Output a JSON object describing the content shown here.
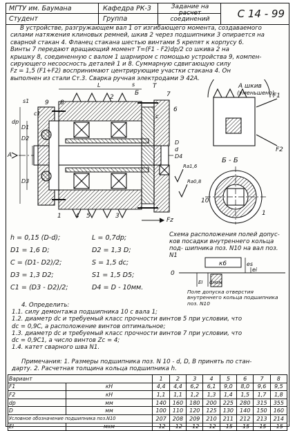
{
  "header": {
    "institution": "МГТУ им. Баумана",
    "department": "Кафедра РК-3",
    "task_title": "Задание на расчет соединений",
    "task_code": "С 14 - 99",
    "student_label": "Студент",
    "group_label": "Группа"
  },
  "problem_text": [
    "В устройстве, разгружающем вал 1 от изгибающего момента, создаваемого",
    "силами натяжения клиновых ремней, шкив 2 через подшипники 3 опирается на",
    "сварной стакан 4. Фланец стакана шестью винтами 5 крепят к корпусу 6.",
    "Винты 7 передают вращающий момент T=(F1 - F2)dp/2 со шкива 2 на",
    "крышку 8, соединенную с валом 1 шарниром с помощью устройства 9, компен-",
    "сирующего несоосность деталей 1 и 8. Суммарную сдвигающую силу",
    "Fz = 1,5 (F1+F2) воспринимают центрирующие участки стакана 4. Он",
    "выполнен из стали Ст.3. Сварка ручная электродами Э 42А."
  ],
  "drawing": {
    "view_a_label": "А шкив",
    "view_a_note": "(уменьшено)",
    "section_label": "Б - Б",
    "label_a": "А",
    "force_f1": "F1",
    "force_f2": "F2",
    "force_fz": "Fz",
    "torque": "T",
    "b_mark": "Б",
    "rough1": "Ra1,6",
    "rough2": "Ra0,8",
    "callouts": [
      "9",
      "8",
      "2",
      "7",
      "6",
      "1",
      "5",
      "4",
      "3",
      "10",
      "1"
    ],
    "dims": [
      "dp",
      "D1",
      "D2",
      "D3",
      "D4",
      "D",
      "d",
      "c",
      "c1",
      "s",
      "s1",
      "L"
    ]
  },
  "formulas": [
    "h = 0,15 (D-d);",
    "L = 0,7dp;",
    "D1 = 1,6 D;",
    "D2 = 1,3 D;",
    "C = (D1- D2)/2;",
    "S = 1,5 dc;",
    "D3 = 1,3 D2;",
    "S1 = 1,5 D5;",
    "C1 = (D3 - D2)/2;",
    "D4 = D - 10мм."
  ],
  "scheme": {
    "caption": "Схема расположения полей допус- ков посадки внутреннего кольца под- шипника поз. N10 на вал поз. N1",
    "zero_label": "0",
    "fit_label": "к6",
    "ei_label": "ei",
    "es_label": "es",
    "field_caption": "Поле допуска отверстия внутреннего кольца подшипника поз. N10",
    "ei_small": "EI",
    "dnom": "dном"
  },
  "questions": [
    "4. Определить:",
    "1.1. силу демонтажа подшипника 10 с вала 1;",
    "1.2. диаметр dc и требуемый класс прочности винтов 5 при условии, что",
    "dc = 0,9C, а расположение винтов оптимальное;",
    "1.3. диаметр dc и требуемый класс прочности винтов 7 при условии, что",
    "dc = 0,9C1, а число винтов Zc = 4;",
    "1.4. катет сварного шва N1."
  ],
  "notes": [
    "Примечания: 1. Размеры подшипника поз. N 10 - d, D, B принять по стан-",
    "дарту. 2. Расчетная толщина кольца подшипника h."
  ],
  "table": {
    "header": [
      "Вариант",
      "",
      "1",
      "2",
      "3",
      "4",
      "5",
      "6",
      "7",
      "8"
    ],
    "rows": [
      {
        "name": "F1",
        "unit": "кН",
        "values": [
          "4,4",
          "4,4",
          "6,2",
          "6,1",
          "9,0",
          "8,0",
          "9,6",
          "9,5"
        ]
      },
      {
        "name": "F2",
        "unit": "кН",
        "values": [
          "1,1",
          "1,1",
          "1,2",
          "1,3",
          "1,4",
          "1,5",
          "1,7",
          "1,8"
        ]
      },
      {
        "name": "dp",
        "unit": "мм",
        "values": [
          "140",
          "160",
          "180",
          "200",
          "225",
          "280",
          "315",
          "355"
        ]
      },
      {
        "name": "D",
        "unit": "мм",
        "values": [
          "100",
          "110",
          "120",
          "125",
          "130",
          "140",
          "150",
          "160"
        ]
      },
      {
        "name": "Условное обозначение подшипника поз.N10",
        "unit": "",
        "values": [
          "207",
          "208",
          "209",
          "210",
          "211",
          "212",
          "213",
          "214"
        ]
      },
      {
        "name": "EI",
        "unit": "мкм",
        "values": [
          "-12",
          "-12",
          "-12",
          "-12",
          "-15",
          "-15",
          "-15",
          "-15"
        ]
      }
    ]
  },
  "colors": {
    "ink": "#111111",
    "paper": "#fdfdfb"
  }
}
